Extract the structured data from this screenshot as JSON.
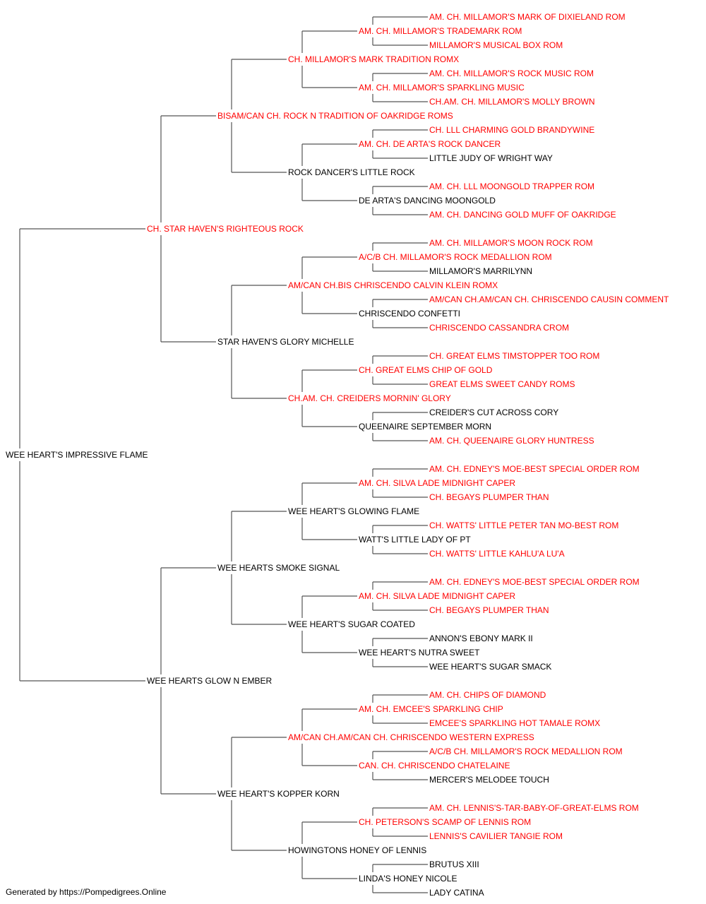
{
  "colors": {
    "titled": "#ff0000",
    "plain": "#000000",
    "line": "#555555"
  },
  "pedigree": {
    "name": "WEE HEART'S IMPRESSIVE FLAME",
    "titled": false,
    "sire": {
      "name": "CH. STAR HAVEN'S RIGHTEOUS ROCK",
      "titled": true,
      "sire": {
        "name": "BISAM/CAN CH. ROCK N TRADITION OF OAKRIDGE ROMS",
        "titled": true,
        "sire": {
          "name": "CH. MILLAMOR'S MARK TRADITION ROMX",
          "titled": true,
          "sire": {
            "name": "AM. CH. MILLAMOR'S TRADEMARK ROM",
            "titled": true,
            "sire": {
              "name": "AM. CH. MILLAMOR'S MARK OF DIXIELAND ROM",
              "titled": true
            },
            "dam": {
              "name": "MILLAMOR'S MUSICAL BOX ROM",
              "titled": true
            }
          },
          "dam": {
            "name": "AM. CH. MILLAMOR'S SPARKLING MUSIC",
            "titled": true,
            "sire": {
              "name": "AM. CH. MILLAMOR'S ROCK MUSIC ROM",
              "titled": true
            },
            "dam": {
              "name": "CH.AM. CH. MILLAMOR'S MOLLY BROWN",
              "titled": true
            }
          }
        },
        "dam": {
          "name": "ROCK DANCER'S LITTLE ROCK",
          "titled": false,
          "sire": {
            "name": "AM. CH. DE ARTA'S ROCK DANCER",
            "titled": true,
            "sire": {
              "name": "CH. LLL CHARMING GOLD BRANDYWINE",
              "titled": true
            },
            "dam": {
              "name": "LITTLE JUDY OF WRIGHT WAY",
              "titled": false
            }
          },
          "dam": {
            "name": "DE ARTA'S DANCING MOONGOLD",
            "titled": false,
            "sire": {
              "name": "AM. CH. LLL MOONGOLD TRAPPER ROM",
              "titled": true
            },
            "dam": {
              "name": "AM. CH. DANCING GOLD MUFF OF OAKRIDGE",
              "titled": true
            }
          }
        }
      },
      "dam": {
        "name": "STAR HAVEN'S GLORY MICHELLE",
        "titled": false,
        "sire": {
          "name": "AM/CAN CH.BIS CHRISCENDO CALVIN KLEIN ROMX",
          "titled": true,
          "sire": {
            "name": "A/C/B CH. MILLAMOR'S ROCK MEDALLION ROM",
            "titled": true,
            "sire": {
              "name": "AM. CH. MILLAMOR'S MOON ROCK ROM",
              "titled": true
            },
            "dam": {
              "name": "MILLAMOR'S MARRILYNN",
              "titled": false
            }
          },
          "dam": {
            "name": "CHRISCENDO CONFETTI",
            "titled": false,
            "sire": {
              "name": "AM/CAN CH.AM/CAN CH. CHRISCENDO CAUSIN COMMENT",
              "titled": true
            },
            "dam": {
              "name": "CHRISCENDO CASSANDRA CROM",
              "titled": true
            }
          }
        },
        "dam": {
          "name": "CH.AM. CH. CREIDERS MORNIN' GLORY",
          "titled": true,
          "sire": {
            "name": "CH. GREAT ELMS CHIP OF GOLD",
            "titled": true,
            "sire": {
              "name": "CH. GREAT ELMS TIMSTOPPER TOO ROM",
              "titled": true
            },
            "dam": {
              "name": "GREAT ELMS SWEET CANDY ROMS",
              "titled": true
            }
          },
          "dam": {
            "name": "QUEENAIRE SEPTEMBER MORN",
            "titled": false,
            "sire": {
              "name": "CREIDER'S CUT ACROSS CORY",
              "titled": false
            },
            "dam": {
              "name": "AM. CH. QUEENAIRE GLORY HUNTRESS",
              "titled": true
            }
          }
        }
      }
    },
    "dam": {
      "name": "WEE HEARTS GLOW N EMBER",
      "titled": false,
      "sire": {
        "name": "WEE HEARTS SMOKE SIGNAL",
        "titled": false,
        "sire": {
          "name": "WEE HEART'S GLOWING FLAME",
          "titled": false,
          "sire": {
            "name": "AM. CH. SILVA LADE MIDNIGHT CAPER",
            "titled": true,
            "sire": {
              "name": "AM. CH. EDNEY'S MOE-BEST SPECIAL ORDER ROM",
              "titled": true
            },
            "dam": {
              "name": "CH. BEGAYS PLUMPER THAN",
              "titled": true
            }
          },
          "dam": {
            "name": "WATT'S LITTLE LADY OF PT",
            "titled": false,
            "sire": {
              "name": "CH. WATTS' LITTLE PETER TAN MO-BEST ROM",
              "titled": true
            },
            "dam": {
              "name": "CH. WATTS' LITTLE KAHLU'A LU'A",
              "titled": true
            }
          }
        },
        "dam": {
          "name": "WEE HEART'S SUGAR COATED",
          "titled": false,
          "sire": {
            "name": "AM. CH. SILVA LADE MIDNIGHT CAPER",
            "titled": true,
            "sire": {
              "name": "AM. CH. EDNEY'S MOE-BEST SPECIAL ORDER ROM",
              "titled": true
            },
            "dam": {
              "name": "CH. BEGAYS PLUMPER THAN",
              "titled": true
            }
          },
          "dam": {
            "name": "WEE HEART'S NUTRA SWEET",
            "titled": false,
            "sire": {
              "name": "ANNON'S EBONY MARK II",
              "titled": false
            },
            "dam": {
              "name": "WEE HEART'S SUGAR SMACK",
              "titled": false
            }
          }
        }
      },
      "dam": {
        "name": "WEE HEART'S KOPPER KORN",
        "titled": false,
        "sire": {
          "name": "AM/CAN CH.AM/CAN CH. CHRISCENDO WESTERN EXPRESS",
          "titled": true,
          "sire": {
            "name": "AM. CH. EMCEE'S SPARKLING CHIP",
            "titled": true,
            "sire": {
              "name": "AM. CH. CHIPS OF DIAMOND",
              "titled": true
            },
            "dam": {
              "name": "EMCEE'S SPARKLING HOT TAMALE ROMX",
              "titled": true
            }
          },
          "dam": {
            "name": "CAN. CH. CHRISCENDO CHATELAINE",
            "titled": true,
            "sire": {
              "name": "A/C/B CH. MILLAMOR'S ROCK MEDALLION ROM",
              "titled": true
            },
            "dam": {
              "name": "MERCER'S MELODEE TOUCH",
              "titled": false
            }
          }
        },
        "dam": {
          "name": "HOWINGTONS HONEY OF LENNIS",
          "titled": false,
          "sire": {
            "name": "CH. PETERSON'S SCAMP OF LENNIS ROM",
            "titled": true,
            "sire": {
              "name": "AM. CH. LENNIS'S-TAR-BABY-OF-GREAT-ELMS ROM",
              "titled": true
            },
            "dam": {
              "name": "LENNIS'S CAVILIER TANGIE ROM",
              "titled": true
            }
          },
          "dam": {
            "name": "LINDA'S HONEY NICOLE",
            "titled": false,
            "sire": {
              "name": "BRUTUS XIII",
              "titled": false
            },
            "dam": {
              "name": "LADY CATINA",
              "titled": false
            }
          }
        }
      }
    }
  },
  "footer": "Generated by https://Pompedigrees.Online"
}
